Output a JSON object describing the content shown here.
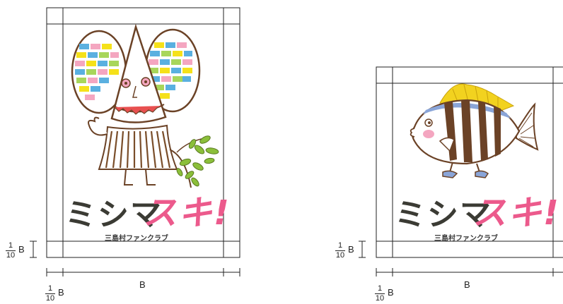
{
  "left_panel": {
    "logo_part1": "ミシマ",
    "logo_part2": "スキ!",
    "subtitle": "三島村ファンクラブ",
    "figure_icon": "masked-deity-figure-icon",
    "branch_icon": "leafy-branch-icon"
  },
  "right_panel": {
    "logo_part1": "ミシマ",
    "logo_part2": "スキ!",
    "subtitle": "三島村ファンクラブ",
    "fish_icon": "striped-fish-walking-icon"
  },
  "dimensions": {
    "margin_num": "1",
    "margin_den": "10",
    "margin_unit": "B",
    "width_label": "B"
  },
  "colors": {
    "logo_dark": "#3b3b34",
    "logo_pink": "#ec5a8c",
    "fish_stripe": "#6b4226",
    "fish_fin": "#f2d21f",
    "grass": "#7a4e2a",
    "leaf": "#8bbf3a"
  }
}
